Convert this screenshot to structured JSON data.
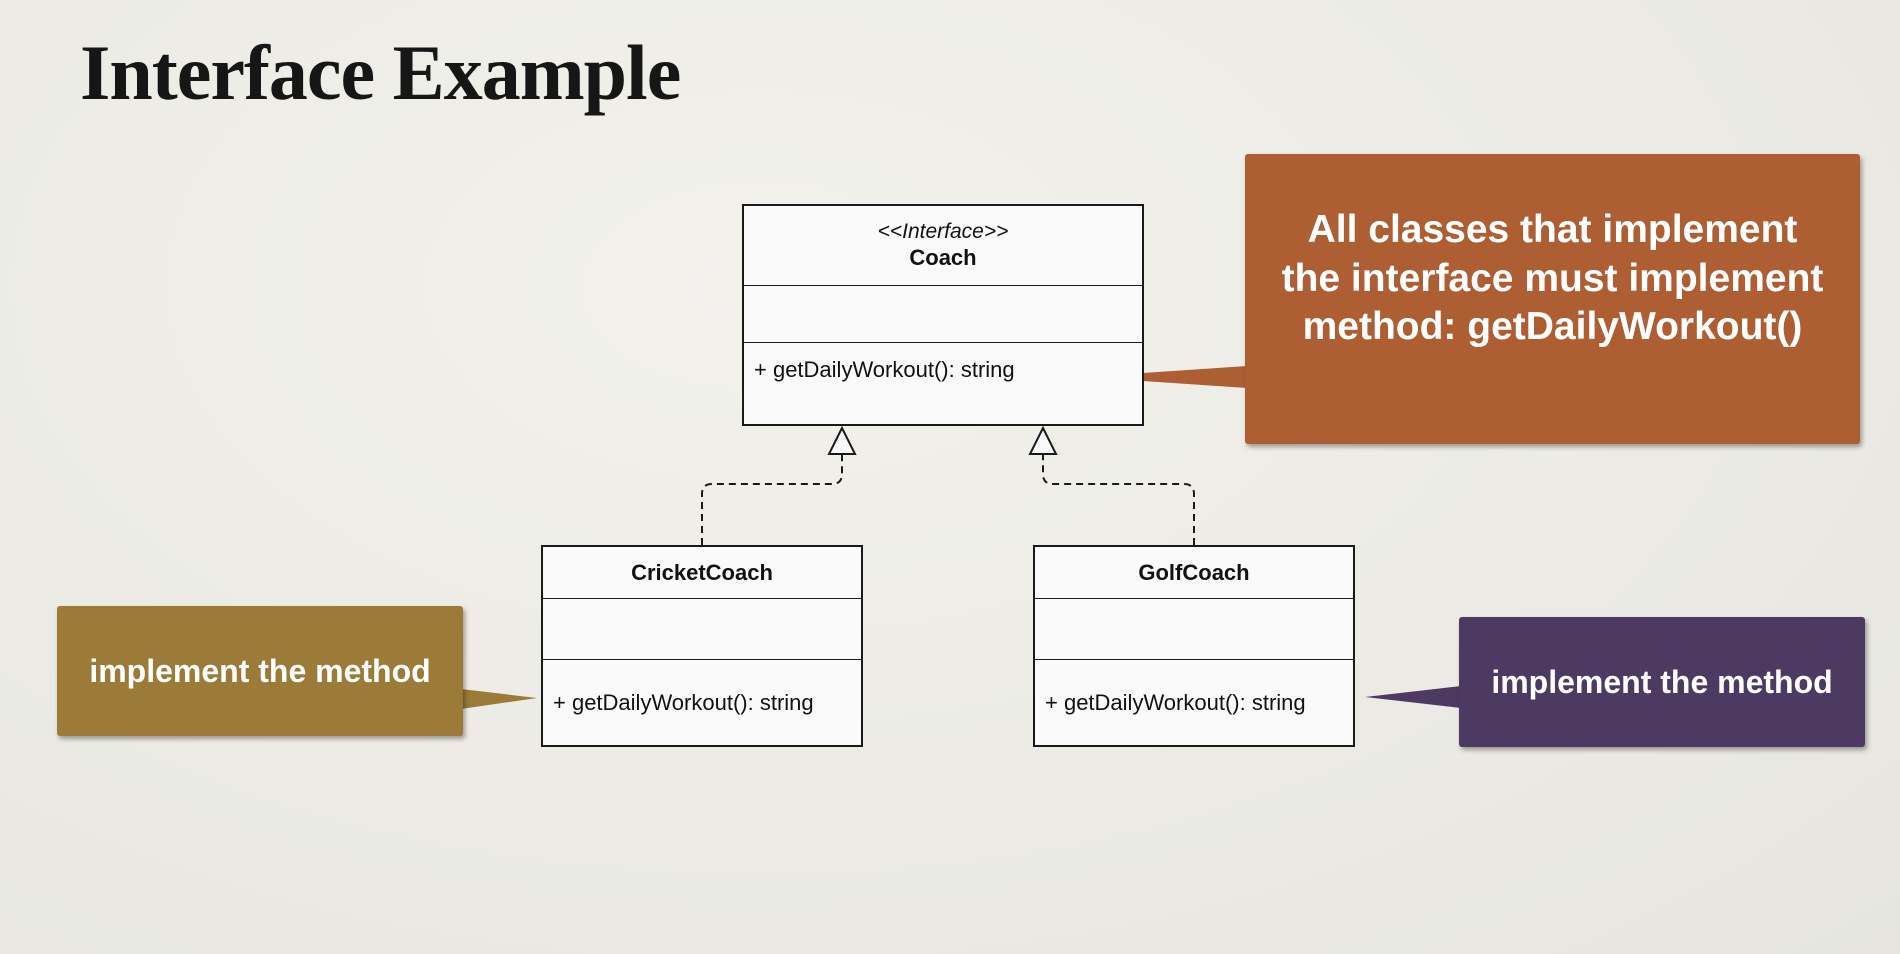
{
  "slide": {
    "title": "Interface Example"
  },
  "diagram": {
    "interface": {
      "stereotype": "<<Interface>>",
      "name": "Coach",
      "method": "+ getDailyWorkout(): string"
    },
    "classes": [
      {
        "name": "CricketCoach",
        "method": "+ getDailyWorkout(): string"
      },
      {
        "name": "GolfCoach",
        "method": "+ getDailyWorkout(): string"
      }
    ]
  },
  "callouts": {
    "interface_note": "All classes that implement the interface must implement method: getDailyWorkout()",
    "cricket_note": "implement the method",
    "golf_note": "implement the method"
  },
  "colors": {
    "background": "#edece7",
    "interface_callout": "#ad5e33",
    "cricket_callout": "#9c7b38",
    "golf_callout": "#4c3a62",
    "line": "#1a1a1a"
  }
}
